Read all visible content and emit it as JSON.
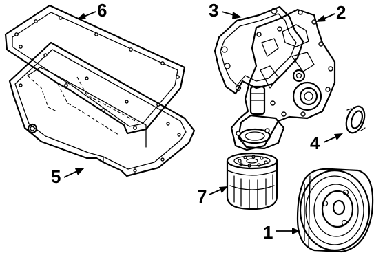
{
  "callouts": {
    "c1": "1",
    "c2": "2",
    "c3": "3",
    "c4": "4",
    "c5": "5",
    "c6": "6",
    "c7": "7"
  },
  "parts": [
    {
      "callout": "1",
      "icon": "crankshaft-pulley-icon"
    },
    {
      "callout": "2",
      "icon": "timing-cover-icon"
    },
    {
      "callout": "3",
      "icon": "timing-cover-gasket-icon"
    },
    {
      "callout": "4",
      "icon": "front-seal-icon"
    },
    {
      "callout": "5",
      "icon": "oil-pan-icon"
    },
    {
      "callout": "6",
      "icon": "oil-pan-gasket-icon"
    },
    {
      "callout": "7",
      "icon": "oil-filter-icon"
    }
  ],
  "colors": {
    "line": "#000000",
    "background": "#ffffff"
  }
}
